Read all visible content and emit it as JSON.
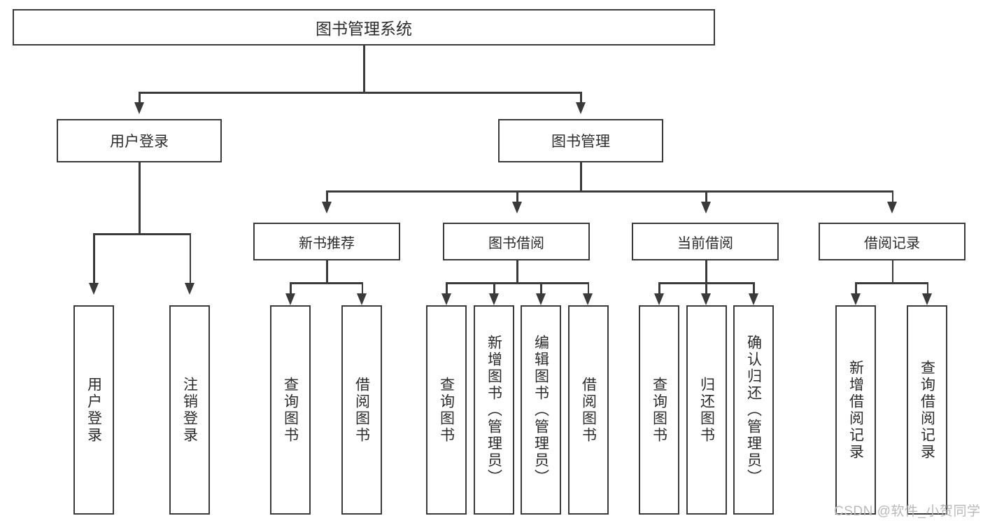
{
  "diagram": {
    "type": "hierarchy-tree",
    "root": {
      "label": "图书管理系统"
    },
    "level2": [
      {
        "label": "用户登录"
      },
      {
        "label": "图书管理"
      }
    ],
    "level3": [
      {
        "label": "新书推荐"
      },
      {
        "label": "图书借阅"
      },
      {
        "label": "当前借阅"
      },
      {
        "label": "借阅记录"
      }
    ],
    "leaves": {
      "user_login": [
        {
          "label": "用户登录"
        },
        {
          "label": "注销登录"
        }
      ],
      "new_book_recommend": [
        {
          "label": "查询图书"
        },
        {
          "label": "借阅图书"
        }
      ],
      "book_borrow": [
        {
          "label": "查询图书"
        },
        {
          "label": "新增图书（管理员）"
        },
        {
          "label": "编辑图书（管理员）"
        },
        {
          "label": "借阅图书"
        }
      ],
      "current_borrow": [
        {
          "label": "查询图书"
        },
        {
          "label": "归还图书"
        },
        {
          "label": "确认归还（管理员）"
        }
      ],
      "borrow_record": [
        {
          "label": "新增借阅记录"
        },
        {
          "label": "查询借阅记录"
        }
      ]
    }
  },
  "watermark": {
    "text": "CSDN @软件_小贺同学"
  },
  "colors": {
    "stroke": "#3a3a3a",
    "background": "#ffffff",
    "text": "#2b2b2b",
    "watermark": "#b9b9b9"
  }
}
